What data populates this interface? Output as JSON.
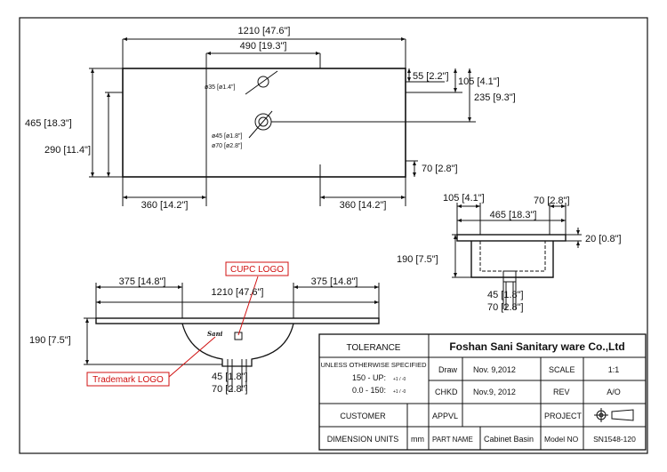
{
  "plan_view": {
    "overall_width": "1210 [47.6\"]",
    "faucet_span": "490 [19.3\"]",
    "hole_small": "ø35 [ø1.4\"]",
    "hole_offset_top": "55 [2.2\"]",
    "hole_offset_mid": "105 [4.1\"]",
    "drain_offset": "235 [9.3\"]",
    "overall_depth": "465 [18.3\"]",
    "inner_depth": "290 [11.4\"]",
    "drain_inner": "ø45 [ø1.8\"]",
    "drain_outer": "ø70 [ø2.8\"]",
    "front_offset": "70 [2.8\"]",
    "left_margin": "360 [14.2\"]",
    "right_margin": "360 [14.2\"]"
  },
  "side_view": {
    "back_offset": "105 [4.1\"]",
    "front_offset": "70 [2.8\"]",
    "depth": "465 [18.3\"]",
    "top_thickness": "20 [0.8\"]",
    "height": "190 [7.5\"]",
    "drain_inner": "45 [1.8\"]",
    "drain_outer": "70 [2.8\"]"
  },
  "front_view": {
    "left_margin": "375 [14.8\"]",
    "right_margin": "375 [14.8\"]",
    "overall_width": "1210 [47.6\"]",
    "height": "190 [7.5\"]",
    "drain_inner": "45 [1.8\"]",
    "drain_outer": "70 [2.8\"]",
    "cupc_callout": "CUPC LOGO",
    "trademark_callout": "Trademark LOGO",
    "brand_mark": "Sani"
  },
  "title_block": {
    "tolerance_heading": "TOLERANCE",
    "tolerance_note": "UNLESS OTHERWISE SPECIFIED",
    "tol_line1": "150 - UP: ",
    "tol_line1_dev": "+1 / -0",
    "tol_line2": "0.0 - 150: ",
    "tol_line2_dev": "+1 / -0",
    "company": "Foshan Sani Sanitary ware Co.,Ltd",
    "draw_label": "Draw",
    "draw_date": "Nov. 9,2012",
    "scale_label": "SCALE",
    "scale_value": "1:1",
    "chkd_label": "CHKD",
    "chkd_date": "Nov.9, 2012",
    "rev_label": "REV",
    "rev_value": "A/O",
    "customer_label": "CUSTOMER",
    "appvl_label": "APPVL",
    "project_label": "PROJECT",
    "dim_units_label": "DIMENSION UNITS",
    "dim_units_value": "mm",
    "part_name_label": "PART NAME",
    "part_name_value": "Cabinet Basin",
    "model_no_label": "Model NO",
    "model_no_value": "SN1548-120"
  }
}
